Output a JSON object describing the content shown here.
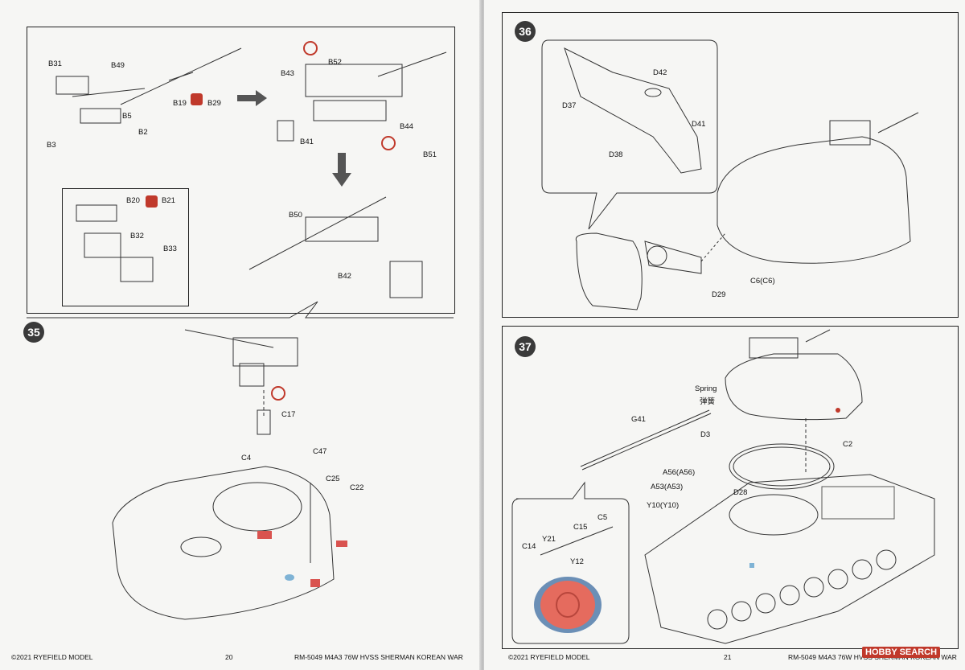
{
  "left_page": {
    "step_number": "35",
    "labels": {
      "b31": "B31",
      "b49": "B49",
      "b19": "B19",
      "b29": "B29",
      "b5": "B5",
      "b2": "B2",
      "b3": "B3",
      "b43": "B43",
      "b52": "B52",
      "b44": "B44",
      "b41": "B41",
      "b51": "B51",
      "b20": "B20",
      "b21": "B21",
      "b32": "B32",
      "b33": "B33",
      "b50": "B50",
      "b42": "B42",
      "c17": "C17",
      "c4": "C4",
      "c47": "C47",
      "c25": "C25",
      "c22": "C22"
    },
    "footer": {
      "copyright": "©2021 RYEFIELD MODEL",
      "page": "20",
      "product": "RM-5049 M4A3 76W HVSS SHERMAN KOREAN WAR"
    }
  },
  "right_page": {
    "step36_number": "36",
    "step37_number": "37",
    "labels36": {
      "d42": "D42",
      "d37": "D37",
      "d38": "D38",
      "d41": "D41",
      "c6": "C6(C6)",
      "d29": "D29"
    },
    "labels37": {
      "spring": "Spring",
      "spring_cn": "弹簧",
      "g41": "G41",
      "d3": "D3",
      "c2": "C2",
      "a56": "A56(A56)",
      "a53": "A53(A53)",
      "d28": "D28",
      "y10": "Y10(Y10)",
      "c5": "C5",
      "c15": "C15",
      "y21": "Y21",
      "c14": "C14",
      "y12": "Y12"
    },
    "footer": {
      "copyright": "©2021 RYEFIELD MODEL",
      "page": "21",
      "product": "RM-5049 M4A3 76W HVSS SHERMAN KOREAN WAR"
    },
    "watermark": "HOBBY SEARCH"
  }
}
